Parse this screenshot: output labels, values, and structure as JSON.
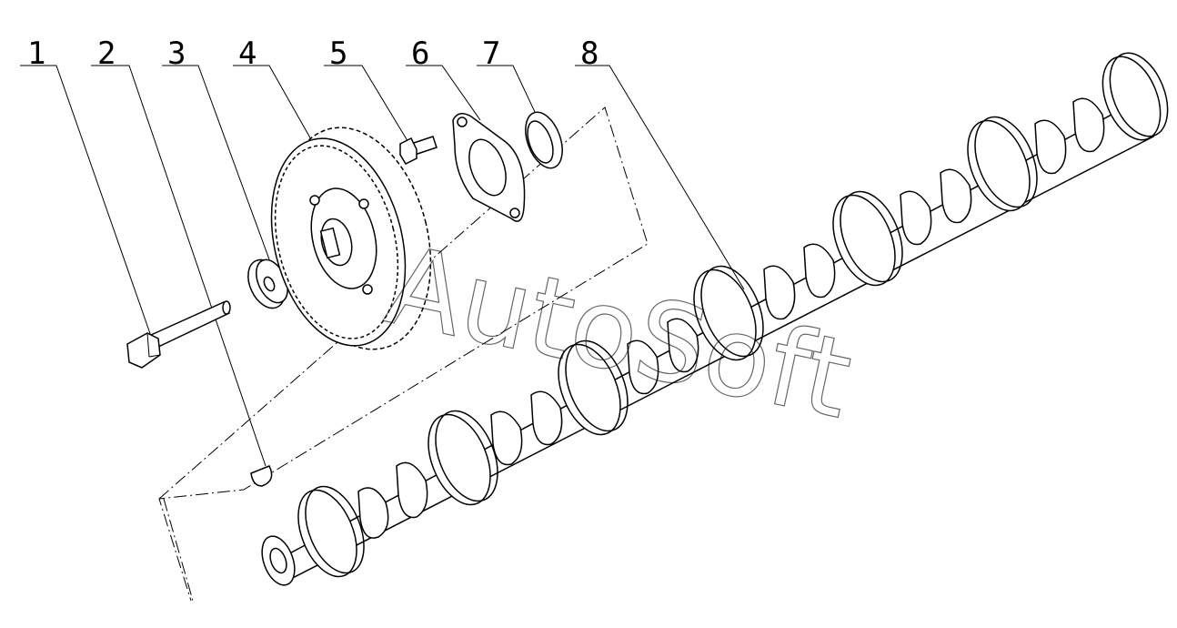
{
  "diagram": {
    "callouts": [
      {
        "id": "1",
        "label": "1"
      },
      {
        "id": "2",
        "label": "2"
      },
      {
        "id": "3",
        "label": "3"
      },
      {
        "id": "4",
        "label": "4"
      },
      {
        "id": "5",
        "label": "5"
      },
      {
        "id": "6",
        "label": "6"
      },
      {
        "id": "7",
        "label": "7"
      },
      {
        "id": "8",
        "label": "8"
      }
    ],
    "watermark": "AutoSoft"
  }
}
